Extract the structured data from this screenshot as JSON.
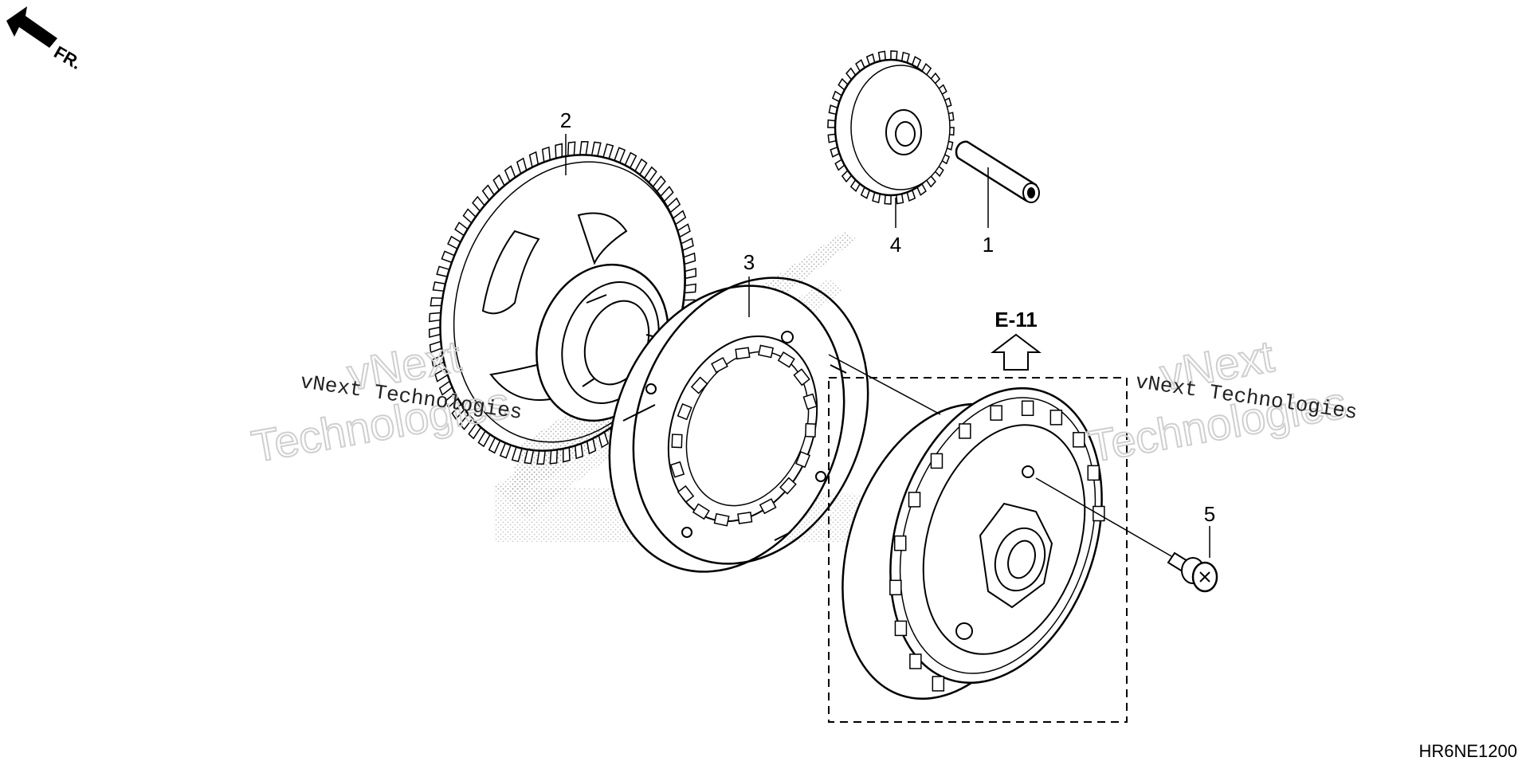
{
  "diagram": {
    "direction_label": "FR.",
    "section_ref": "E-11",
    "diagram_code": "HR6NE1200",
    "callouts": [
      {
        "id": "1",
        "label": "1"
      },
      {
        "id": "2",
        "label": "2"
      },
      {
        "id": "3",
        "label": "3"
      },
      {
        "id": "4",
        "label": "4"
      },
      {
        "id": "5",
        "label": "5"
      }
    ],
    "watermarks": {
      "line_left": "vNext Technologies",
      "line_right": "vNext Technologies",
      "big_left_1": "vNext",
      "big_left_2": "Technologies",
      "big_right_1": "vNext",
      "big_right_2": "Technologies"
    }
  },
  "colors": {
    "ink": "#000000",
    "watermark": "#d6d6d6",
    "background": "#ffffff"
  }
}
